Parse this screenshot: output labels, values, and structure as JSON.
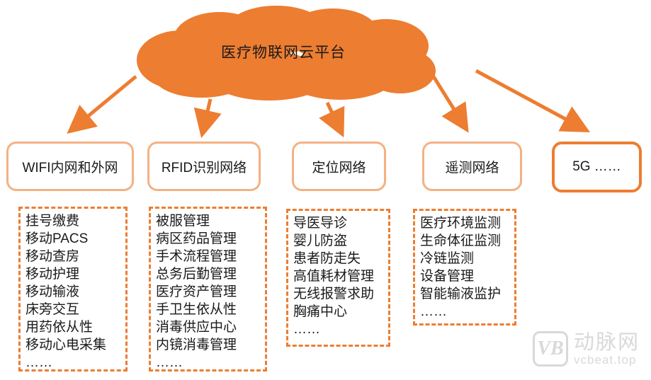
{
  "cloud": {
    "label": "医疗物联网云平台"
  },
  "networks": [
    {
      "label": "WIFI内网和外网",
      "items": [
        "挂号缴费",
        "移动PACS",
        "移动查房",
        "移动护理",
        "移动输液",
        "床旁交互",
        "用药依从性",
        "移动心电采集",
        "……"
      ]
    },
    {
      "label": "RFID识别网络",
      "items": [
        "被服管理",
        "病区药品管理",
        "手术流程管理",
        "总务后勤管理",
        "医疗资产管理",
        "手卫生依从性",
        "消毒供应中心",
        "内镜消毒管理",
        "……"
      ]
    },
    {
      "label": "定位网络",
      "items": [
        "导医导诊",
        "婴儿防盗",
        "患者防走失",
        "高值耗材管理",
        "无线报警求助",
        "胸痛中心",
        "……"
      ]
    },
    {
      "label": "遥测网络",
      "items": [
        "医疗环境监测",
        "生命体征监测",
        "冷链监测",
        "设备管理",
        "智能输液监护",
        "……"
      ]
    },
    {
      "label": "5G ……",
      "items": []
    }
  ],
  "watermark": {
    "logo": "VB",
    "name": "动脉网",
    "site": "vcbeat.top"
  },
  "colors": {
    "cloud_fill": "#ED7D31",
    "arrow": "#ED7D31",
    "box_border_light": "#F4B183",
    "box_border_strong": "#ED7D31",
    "dashed_border": "#ED7D31",
    "text": "#1A1A1A",
    "watermark": "#D9D9D9"
  }
}
